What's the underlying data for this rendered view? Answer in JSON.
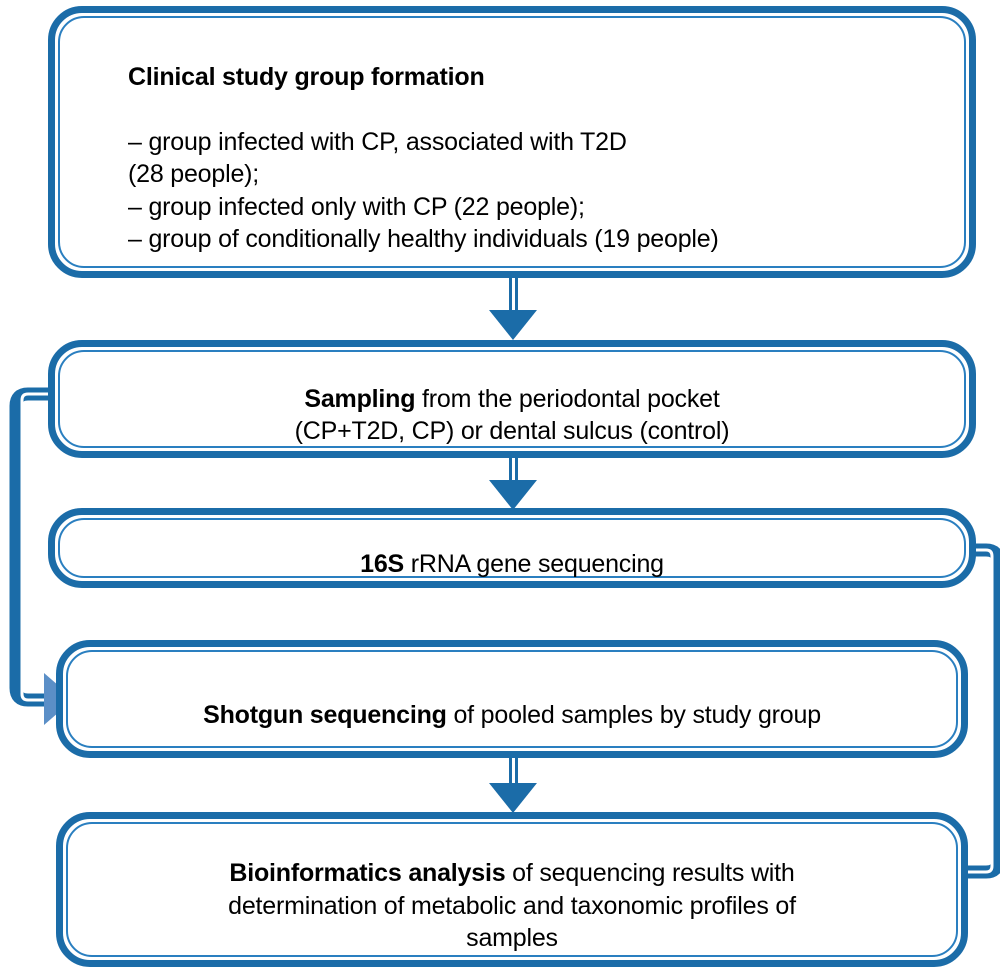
{
  "diagram": {
    "title": "Study workflow flowchart",
    "colors": {
      "line": "#1b6ca8",
      "line_inner": "#2a7fc0",
      "arrowhead_side": "#5b8fc7",
      "text": "#000000",
      "background": "#ffffff"
    },
    "nodes": [
      {
        "id": "clinical-study-group-formation",
        "heading": "Clinical study group formation",
        "lines": [
          "– group infected with CP, associated with T2D",
          "(28 people);",
          "– group infected only with CP (22 people);",
          "– group of conditionally healthy individuals (19 people)"
        ],
        "text": "– group infected with CP, associated with T2D\n(28 people);\n– group infected only with CP (22 people);\n– group of conditionally healthy individuals (19 people)",
        "align": "left"
      },
      {
        "id": "sampling",
        "heading": "Sampling",
        "text": " from the periodontal pocket\n(CP+T2D, CP) or dental sulcus (control)",
        "align": "center"
      },
      {
        "id": "16s-rrna-gene-sequencing",
        "heading": "16S",
        "text": " rRNA gene sequencing",
        "align": "center"
      },
      {
        "id": "shotgun-sequencing",
        "heading": "Shotgun sequencing",
        "text": " of pooled samples by study group",
        "align": "center"
      },
      {
        "id": "bioinformatics-analysis",
        "heading": "Bioinformatics analysis",
        "text": " of sequencing results with\ndetermination of metabolic and taxonomic profiles of\nsamples",
        "align": "center"
      }
    ],
    "connectors": [
      {
        "id": "arrow-formation-to-sampling",
        "kind": "down-arrow",
        "from": "clinical-study-group-formation",
        "to": "sampling"
      },
      {
        "id": "arrow-sampling-to-16s",
        "kind": "down-arrow",
        "from": "sampling",
        "to": "16s-rrna-gene-sequencing"
      },
      {
        "id": "arrow-shotgun-to-bioinformatics",
        "kind": "down-arrow",
        "from": "shotgun-sequencing",
        "to": "bioinformatics-analysis"
      },
      {
        "id": "elbow-sampling-to-shotgun",
        "kind": "left-elbow",
        "from": "sampling",
        "to": "shotgun-sequencing"
      },
      {
        "id": "elbow-16s-to-bioinformatics",
        "kind": "right-elbow",
        "from": "16s-rrna-gene-sequencing",
        "to": "bioinformatics-analysis"
      }
    ]
  }
}
